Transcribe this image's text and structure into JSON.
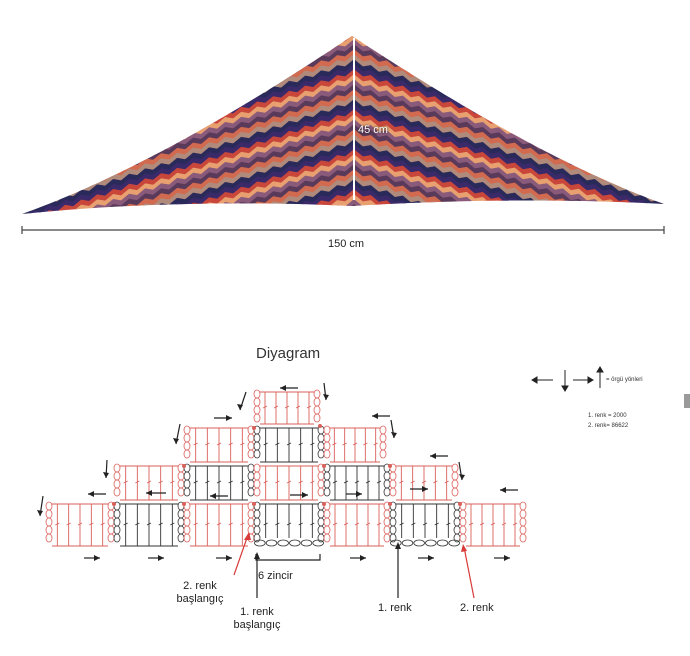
{
  "shawl": {
    "height_label": "45 cm",
    "width_label": "150 cm"
  },
  "diagram": {
    "title": "Diyagram",
    "legend": {
      "direction_note": "= örgü yönleri",
      "color1": "1. renk = 2000",
      "color2": "2. renk= 86622"
    },
    "annotations": {
      "color2_start": "2. renk başlangıç",
      "chain_6": "6 zincir",
      "color1_start": "1. renk başlangıç",
      "color1": "1. renk",
      "color2": "2. renk"
    }
  },
  "colors": {
    "red_stitch": "#d9605a",
    "black_stitch": "#333333",
    "red_arrow": "#d93a3a",
    "stripes": [
      "#3a2a6a",
      "#c9463a",
      "#e8a070",
      "#8a5a7a",
      "#5a3a5a",
      "#d26a50",
      "#b08a7a",
      "#2a2a5a"
    ]
  }
}
